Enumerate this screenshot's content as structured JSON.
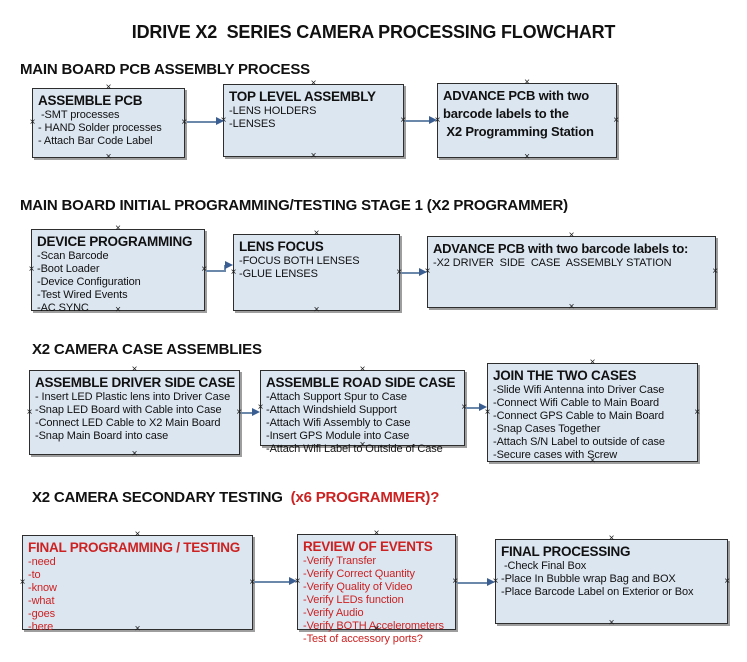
{
  "title": "IDRIVE X2  SERIES CAMERA PROCESSING FLOWCHART",
  "colors": {
    "background": "#ffffff",
    "box-fill": "#dce6f1",
    "box-border": "#2e2e2e",
    "box-shadow": "#9e9e9e",
    "arrow-line": "#6b88ab",
    "arrow-head": "#3a5d92",
    "text": "#111111",
    "red": "#cc2222"
  },
  "sections": [
    {
      "heading": "MAIN BOARD PCB ASSEMBLY PROCESS",
      "boxes": [
        {
          "header": "ASSEMBLE PCB",
          "items": [
            " -SMT processes",
            "- HAND Solder processes",
            "- Attach Bar Code Label"
          ]
        },
        {
          "header": "TOP LEVEL ASSEMBLY",
          "items": [
            "-LENS HOLDERS",
            "-LENSES"
          ]
        },
        {
          "header": "",
          "items": [
            "ADVANCE PCB with two",
            "barcode labels to the",
            " X2 Programming Station"
          ]
        }
      ]
    },
    {
      "heading": "MAIN BOARD INITIAL PROGRAMMING/TESTING STAGE 1 (X2 PROGRAMMER)",
      "boxes": [
        {
          "header": "DEVICE PROGRAMMING",
          "items": [
            "-Scan Barcode",
            "-Boot Loader",
            "-Device Configuration",
            "-Test Wired Events",
            "-AC SYNC"
          ]
        },
        {
          "header": "LENS FOCUS",
          "items": [
            "-FOCUS BOTH LENSES",
            "-GLUE LENSES"
          ]
        },
        {
          "header": "ADVANCE PCB with two barcode labels to:",
          "items": [
            "-X2 DRIVER  SIDE  CASE  ASSEMBLY STATION"
          ]
        }
      ]
    },
    {
      "heading": "X2 CAMERA CASE ASSEMBLIES",
      "boxes": [
        {
          "header": "ASSEMBLE DRIVER SIDE CASE",
          "items": [
            "- Insert LED Plastic lens into Driver Case",
            "-Snap LED Board with Cable into Case",
            "-Connect LED Cable to X2 Main Board",
            "-Snap Main Board into case"
          ]
        },
        {
          "header": "ASSEMBLE ROAD SIDE CASE",
          "items": [
            "-Attach Support Spur to Case",
            "-Attach Windshield Support",
            "-Attach Wifi Assembly to Case",
            "-Insert GPS Module into Case",
            "-Attach Wifi Label to Outside of Case"
          ]
        },
        {
          "header": "JOIN THE TWO CASES",
          "items": [
            "-Slide Wifi Antenna into Driver Case",
            "-Connect Wifi Cable to Main Board",
            "-Connect GPS Cable to Main Board",
            "-Snap Cases Together",
            "-Attach S/N Label to outside of case",
            "-Secure cases with Screw"
          ]
        }
      ]
    },
    {
      "heading": "X2 CAMERA SECONDARY TESTING",
      "heading_red": "  (x6 PROGRAMMER)?",
      "boxes": [
        {
          "header": "FINAL PROGRAMMING / TESTING",
          "items": [
            "-need",
            "-to",
            "-know",
            "-what",
            "-goes",
            "-here"
          ]
        },
        {
          "header": "REVIEW OF EVENTS",
          "items": [
            "-Verify Transfer",
            "-Verify Correct Quantity",
            "-Verify Quality of Video",
            "-Verify LEDs function",
            "-Verify Audio",
            "-Verify BOTH Accelerometers",
            "-Test of accessory ports?"
          ]
        },
        {
          "header": "FINAL PROCESSING",
          "items": [
            " -Check Final Box",
            "-Place In Bubble wrap Bag and BOX",
            "-Place Barcode Label on Exterior or Box"
          ]
        }
      ]
    }
  ]
}
